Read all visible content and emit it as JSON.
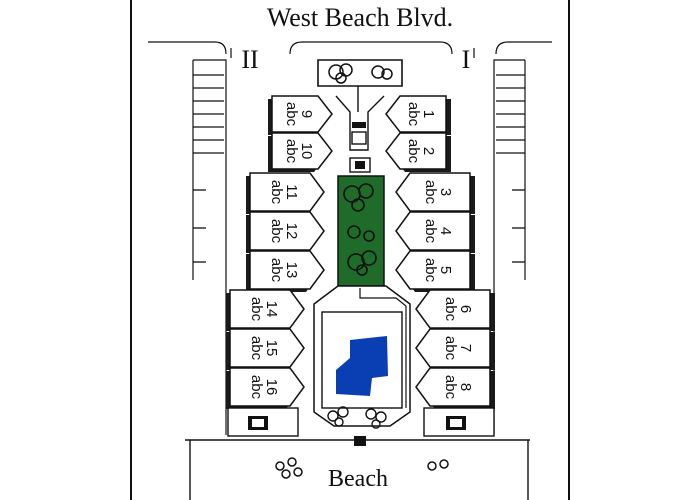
{
  "map": {
    "street": "West Beach Blvd.",
    "building_left": "II",
    "building_right": "I",
    "beach": "Beach",
    "unit_letters": "abc",
    "colors": {
      "lawn": "#1f6b2a",
      "pool": "#0a3fb4",
      "ink": "#111111",
      "shadow": "#1a1a1a"
    },
    "units_left": [
      "9",
      "10",
      "11",
      "12",
      "13",
      "14",
      "15",
      "16"
    ],
    "units_right": [
      "1",
      "2",
      "3",
      "4",
      "5",
      "6",
      "7",
      "8"
    ]
  }
}
